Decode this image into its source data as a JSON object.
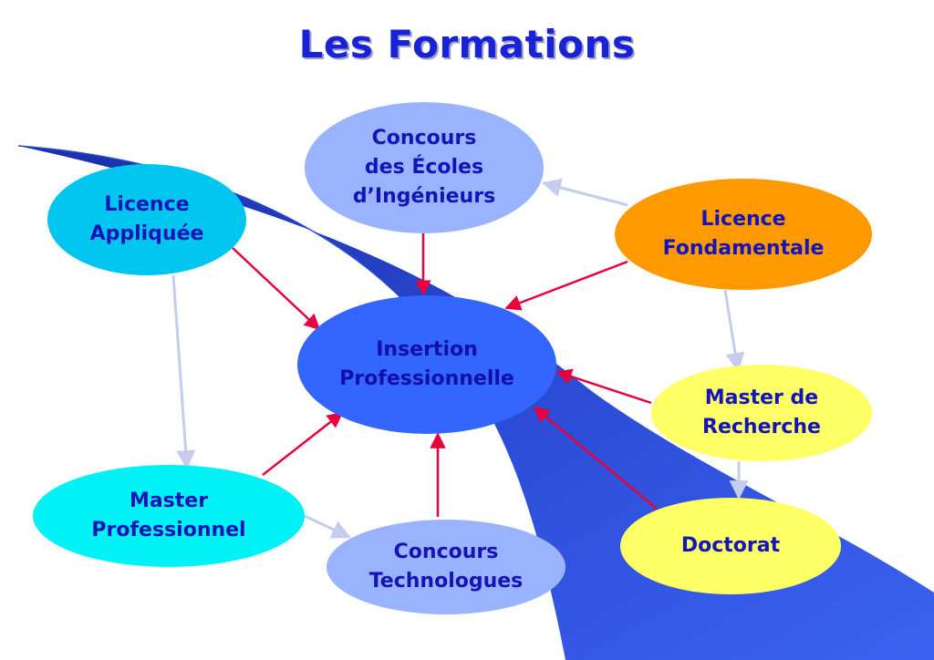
{
  "title": "Les Formations",
  "colors": {
    "title": "#1a22d6",
    "text": "#1414b8",
    "cyan_node": "#00c6ef",
    "cyan_bright_node": "#00f2f6",
    "blue_node": "#3366ff",
    "lavender_node": "#99b3ff",
    "orange_node": "#ff9900",
    "yellow_node": "#ffff66",
    "red_arrow": "#e8003c",
    "grey_arrow": "#c5ccee",
    "swoosh": "#2442c8"
  },
  "nodes": {
    "concours_ecoles": "Concours\ndes Écoles\nd’Ingénieurs",
    "licence_appliquee": "Licence\nAppliquée",
    "licence_fondamentale": "Licence\nFondamentale",
    "insertion_professionnelle": "Insertion\nProfessionnelle",
    "master_recherche": "Master de\nRecherche",
    "master_professionnel": "Master\nProfessionnel",
    "concours_technologues": "Concours\nTechnologues",
    "doctorat": "Doctorat"
  }
}
